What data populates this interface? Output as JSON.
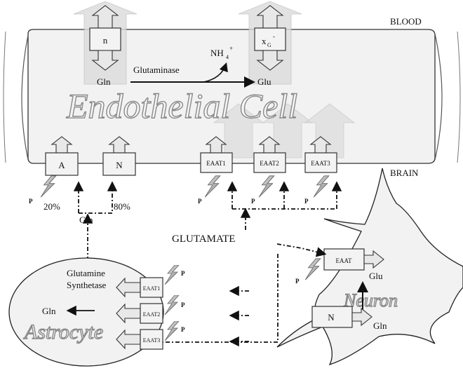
{
  "labels": {
    "blood": "BLOOD",
    "brain": "BRAIN",
    "endothelial_cell": "Endothelial Cell",
    "neuron": "Neuron",
    "astrocyte": "Astrocyte",
    "glutamate": "GLUTAMATE",
    "glutaminase": "Glutaminase",
    "ammonium": "NH",
    "ammonium_sub": "4",
    "ammonium_sup": "+",
    "gln_endo": "Gln",
    "glu_endo": "Glu",
    "gln_brain": "Gln",
    "glutamine_synthetase_1": "Glutamine",
    "glutamine_synthetase_2": "Synthetase",
    "gln_astro": "Gln",
    "glu_neuron": "Glu",
    "gln_neuron": "Gln",
    "pct_A": "20%",
    "pct_N": "80%",
    "phospho": "P"
  },
  "transporters": {
    "luminal_n": "n",
    "luminal_xg": "x",
    "luminal_xg_sub": "G",
    "luminal_xg_sup": "-",
    "A": "A",
    "N": "N",
    "EAAT1": "EAAT1",
    "EAAT2": "EAAT2",
    "EAAT3": "EAAT3",
    "astro_EAAT1": "EAAT1",
    "astro_EAAT2": "EAAT2",
    "astro_EAAT3": "EAAT3",
    "neuron_EAAT": "EAAT",
    "neuron_N": "N"
  },
  "colors": {
    "membrane_fill": "#f2f2f2",
    "outline": "#333333",
    "faded_arrow": "#d8d8d8",
    "lightning": "#9a9a9a"
  }
}
